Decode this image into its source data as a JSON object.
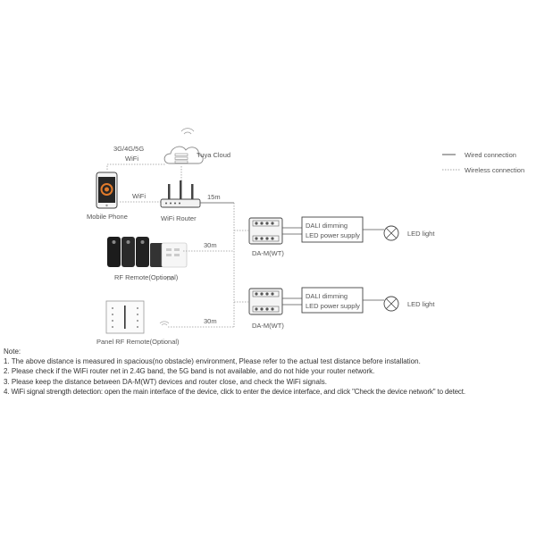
{
  "legend": {
    "wired": "Wired connection",
    "wireless": "Wireless connection"
  },
  "cloud": {
    "network_label": "3G/4G/5G",
    "wifi_label": "WiFi",
    "cloud_label": "Tuya Cloud"
  },
  "phone": {
    "label": "Mobile Phone"
  },
  "router": {
    "label": "WiFi Router",
    "link_label": "WiFi",
    "distance": "15m"
  },
  "rf_remote": {
    "label": "RF Remote(Optional)",
    "distance": "30m"
  },
  "panel_remote": {
    "label": "Panel RF Remote(Optional)",
    "distance": "30m"
  },
  "units": [
    {
      "device_label": "DA-M(WT)",
      "psu_line1": "DALI dimming",
      "psu_line2": "LED power supply",
      "light_label": "LED light"
    },
    {
      "device_label": "DA-M(WT)",
      "psu_line1": "DALI dimming",
      "psu_line2": "LED power supply",
      "light_label": "LED light"
    }
  ],
  "notes": {
    "heading": "Note:",
    "items": [
      "1. The above distance is measured in spacious(no obstacle) environment, Please refer to the actual test distance before installation.",
      "2. Please check if the WiFi router net in 2.4G band, the 5G band is not available, and do not hide your router network.",
      "3. Please keep the distance between DA-M(WT) devices and router close, and check the WiFi signals.",
      "4. WiFi signal strength detection: open the main interface of the device, click to enter the device interface, and click \"Check the device network\" to detect."
    ]
  },
  "colors": {
    "line": "#555555",
    "accent": "#e07a2b"
  }
}
